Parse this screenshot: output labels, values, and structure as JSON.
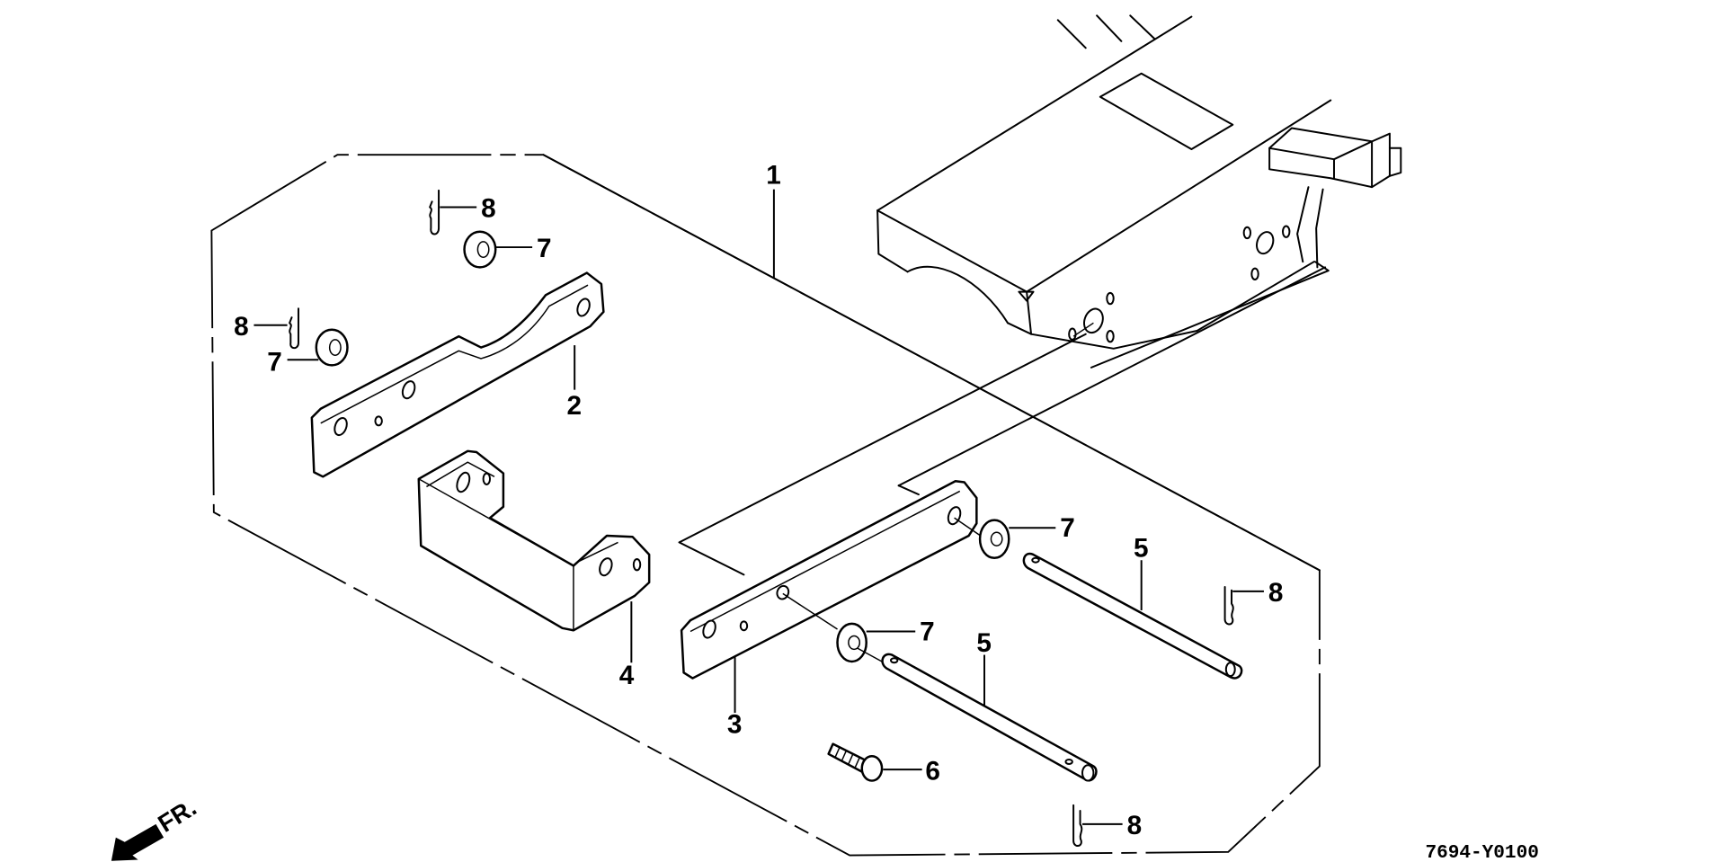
{
  "diagram": {
    "type": "exploded parts diagram",
    "drawing_code": "7694-Y0100",
    "direction_label": "FR.",
    "callouts": [
      {
        "ref": "1",
        "part": "mounting plate / frame assembly"
      },
      {
        "ref": "2",
        "part": "left bracket plate"
      },
      {
        "ref": "3",
        "part": "right bracket plate"
      },
      {
        "ref": "4",
        "part": "U bracket"
      },
      {
        "ref": "5",
        "part": "pin (upper)"
      },
      {
        "ref": "5",
        "part": "pin (lower)"
      },
      {
        "ref": "6",
        "part": "bolt"
      },
      {
        "ref": "7",
        "part": "washer"
      },
      {
        "ref": "7",
        "part": "washer"
      },
      {
        "ref": "7",
        "part": "washer"
      },
      {
        "ref": "7",
        "part": "washer"
      },
      {
        "ref": "8",
        "part": "hair pin clip"
      },
      {
        "ref": "8",
        "part": "hair pin clip"
      },
      {
        "ref": "8",
        "part": "hair pin clip"
      },
      {
        "ref": "8",
        "part": "hair pin clip"
      }
    ]
  }
}
